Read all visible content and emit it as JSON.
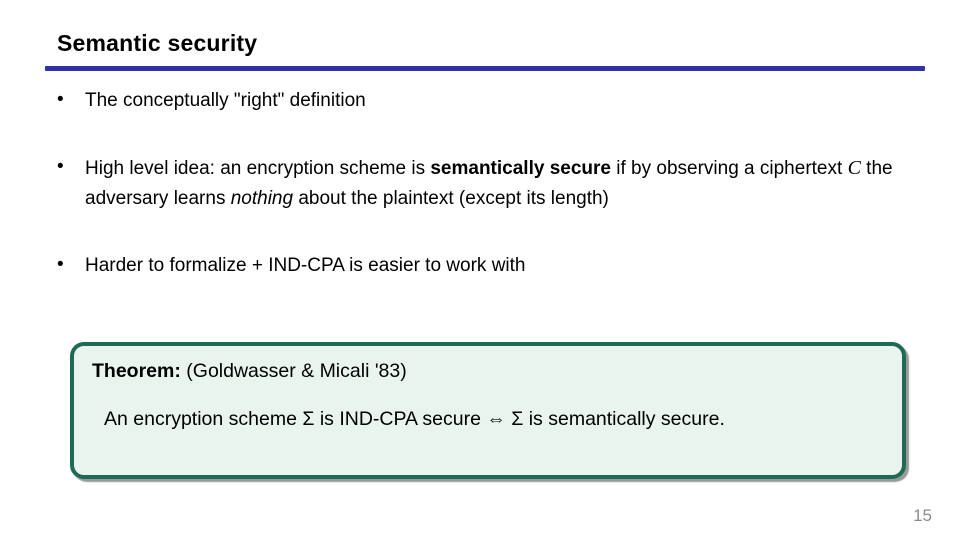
{
  "slide": {
    "title": "Semantic security",
    "page_number": "15",
    "colors": {
      "rule_blue": "#3232a8",
      "theorem_border_green": "#1d6b55",
      "theorem_background_mint": "#e9f4ee",
      "body_text": "#000000",
      "page_number_gray": "#8a8a8a"
    },
    "bullet_glyph": "•",
    "bullets": [
      {
        "segments": [
          {
            "t": "The conceptually \"right\" definition"
          }
        ]
      },
      {
        "segments": [
          {
            "t": "High level idea: an encryption scheme is "
          },
          {
            "t": "semantically secure",
            "b": true
          },
          {
            "t": " if by observing a ciphertext "
          },
          {
            "t": "C",
            "math": true
          },
          {
            "t": " the adversary learns "
          },
          {
            "t": "nothing",
            "i": true
          },
          {
            "t": " about the plaintext (except its length)"
          }
        ]
      },
      {
        "segments": [
          {
            "t": "Harder to formalize + IND-CPA is easier to work with"
          }
        ]
      }
    ],
    "theorem": {
      "header_segments": [
        {
          "t": "Theorem:",
          "b": true
        },
        {
          "t": " (Goldwasser & Micali '83)"
        }
      ],
      "body_segments": [
        {
          "t": "An encryption scheme Σ is IND-CPA secure ⇔ Σ is semantically secure."
        }
      ]
    }
  }
}
